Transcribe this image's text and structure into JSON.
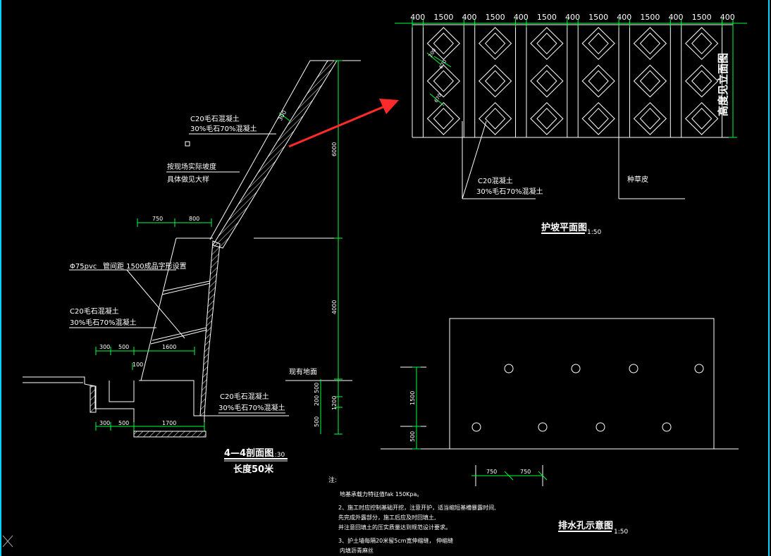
{
  "colors": {
    "background": "#000000",
    "line": "#ffffff",
    "dimension": "#00ff3c",
    "arrow": "#ff2a2a",
    "frame": "#00d7ff"
  },
  "section_view": {
    "title": "4—4剖面图",
    "scale": "1:30",
    "length_note": "长度50米",
    "label_c20_top": "C20毛石混凝土",
    "label_ratio_top": "30%毛石70%混凝土",
    "slope_note_1": "按现场实际坡度",
    "slope_note_2": "具体做见大样",
    "pipe_label": "Φ75pvc",
    "pipe_note": "管间距 1500成品字形设置",
    "label_c20_mid": "C20毛石混凝土",
    "label_ratio_mid": "30%毛石70%混凝土",
    "label_c20_bot": "C20毛石混凝土",
    "label_ratio_bot": "30%毛石70%混凝土",
    "ground_label": "现有地面",
    "dims": {
      "d750": "750",
      "d800": "800",
      "d300a": "300",
      "d500a": "500",
      "d1600": "1600",
      "d100": "100",
      "d300b": "300",
      "d500b": "500",
      "d1700": "1700",
      "d300_slope": "300",
      "v6000": "6000",
      "v4000": "4000",
      "v500a": "500",
      "v200": "200",
      "v1200": "1200",
      "v500b": "500"
    }
  },
  "plan_view": {
    "title": "护坡平面图",
    "scale": "1:50",
    "top_dims": [
      "400",
      "1500",
      "400",
      "1500",
      "400",
      "1500",
      "400",
      "1500",
      "400",
      "1500",
      "400",
      "1500",
      "400"
    ],
    "height_note": "高度见立面图",
    "c20_label": "C20混凝土",
    "ratio_label": "30%毛石70%混凝土",
    "grass_label": "种草皮",
    "small_dims": [
      "200",
      "670",
      "670"
    ]
  },
  "drain_view": {
    "title": "排水孔示意图",
    "scale": "1:50",
    "dims": {
      "v1500": "1500",
      "v500": "500",
      "h750a": "750",
      "h750b": "750"
    }
  },
  "notes": {
    "heading": "注:",
    "line1": "地基承载力特征值fak 150Kpa。",
    "line2": "2、施工时应控制基础开挖，注意开护，适当缩短基槽暴露时间,",
    "line3": "先完成外露部分，施工后应及时回填土,",
    "line4": "并注意回填土的压实质量达到规范设计要求。",
    "line5": "3、护土墙每隔20米留5cm宽伸缩缝，       伸缩缝",
    "line6": "内填沥青麻丝"
  }
}
